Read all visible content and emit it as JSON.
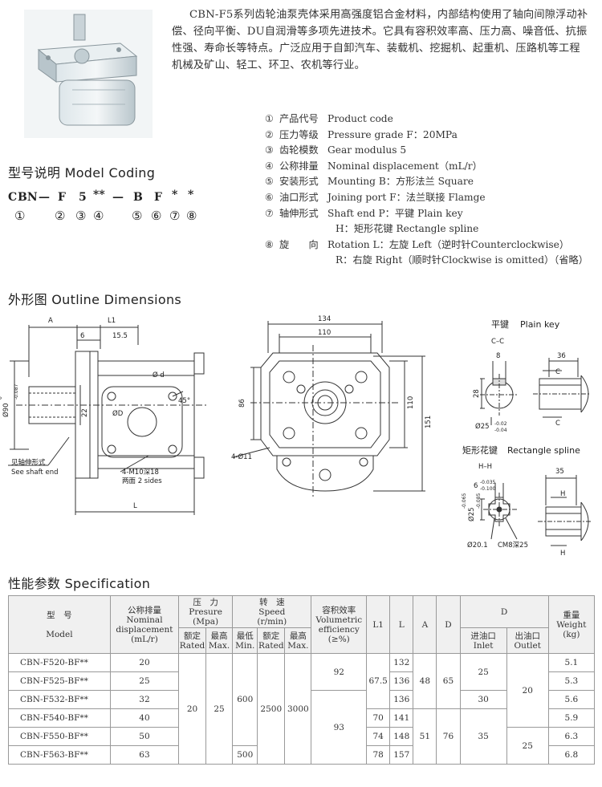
{
  "intro_text": "CBN-F5系列齿轮油泵壳体采用高强度铝合金材料，内部结构使用了轴向间隙浮动补偿、径向平衡、DU自润滑等多项先进技术。它具有容积效率高、压力高、噪音低、抗振性强、寿命长等特点。广泛应用于自卸汽车、装载机、挖掘机、起重机、压路机等工程机械及矿山、轻工、环卫、农机等行业。",
  "model_coding": {
    "title": "型号说明 Model Coding",
    "code_parts": [
      "C",
      "BN",
      "—",
      "F",
      "5",
      "**",
      "—",
      "B",
      "F",
      "*",
      "*"
    ],
    "numbers": [
      "①",
      "②",
      "③",
      "④",
      "⑤",
      "⑥",
      "⑦",
      "⑧"
    ]
  },
  "legend": [
    {
      "num": "①",
      "cn": "产品代号",
      "desc": "Product code"
    },
    {
      "num": "②",
      "cn": "压力等级",
      "desc": "Pressure grade F：20MPa"
    },
    {
      "num": "③",
      "cn": "齿轮模数",
      "desc": "Gear modulus 5"
    },
    {
      "num": "④",
      "cn": "公称排量",
      "desc": "Nominal displacement（mL/r）"
    },
    {
      "num": "⑤",
      "cn": "安装形式",
      "desc": "Mounting B：方形法兰 Square"
    },
    {
      "num": "⑥",
      "cn": "油口形式",
      "desc": "Joining port F：法兰联接 Flamge"
    },
    {
      "num": "⑦",
      "cn": "轴伸形式",
      "desc": "Shaft end P：平键 Plain key"
    },
    {
      "num": "",
      "cn": "",
      "desc": "H：矩形花键 Rectangle spline"
    },
    {
      "num": "⑧",
      "cn": "旋　　向",
      "desc": "Rotation L：左旋 Left（逆时针Counterclockwise）"
    },
    {
      "num": "",
      "cn": "",
      "desc": "R：右旋 Right（顺时针Clockwise is omitted）（省略）"
    }
  ],
  "outline": {
    "title": "外形图 Outline Dimensions",
    "side": {
      "A": "A",
      "L1": "L1",
      "d6": "6",
      "d155": "15.5",
      "phi90": "Ø90",
      "tol90_up": "0",
      "tol90_lo": "-0.087",
      "d22": "22",
      "phid": "Ø d",
      "phiD": "ØD",
      "angle45": "45°",
      "bolt": "4-M10深18",
      "bolt2": "两面 2 sides",
      "shaft_cn": "见轴伸形式",
      "shaft_en": "See shaft end",
      "L": "L"
    },
    "front": {
      "d134": "134",
      "d110": "110",
      "d86": "86",
      "d110v": "110",
      "d151": "151",
      "holes": "4-Ø11"
    },
    "plain_key": {
      "title": "平键",
      "title_en": "Plain key",
      "section": "C–C",
      "d8": "8",
      "d28": "28",
      "d36": "36",
      "phi25": "Ø25",
      "tol_up": "-0.02",
      "tol_lo": "-0.04",
      "C": "C"
    },
    "spline": {
      "title": "矩形花键",
      "title_en": "Rectangle spline",
      "section": "H–H",
      "d6": "6",
      "tol6_up": "-0.035",
      "tol6_lo": "-0.100",
      "phi25": "Ø25",
      "tol25_up": "-0.065",
      "tol25_lo": "-0.085",
      "phi201": "Ø20.1",
      "thread": "CM8深25",
      "d35": "35",
      "H": "H"
    }
  },
  "spec": {
    "title": "性能参数 Specification",
    "headers": {
      "model_cn": "型　号",
      "model_en": "Model",
      "disp_cn": "公称排量",
      "disp_en1": "Nominal",
      "disp_en2": "displacement",
      "disp_unit": "(mL/r)",
      "pressure_cn": "压　力",
      "pressure_en": "Presure",
      "pressure_unit": "(Mpa)",
      "rated_cn": "额定",
      "rated_en": "Rated",
      "max_cn": "最高",
      "max_en": "Max.",
      "speed_cn": "转　速",
      "speed_en": "Speed",
      "speed_unit": "(r/min)",
      "min_cn": "最低",
      "min_en": "Min.",
      "srated_cn": "额定",
      "srated_en": "Rated",
      "smax_cn": "最高",
      "smax_en": "Max.",
      "eff_cn": "容积效率",
      "eff_en1": "Volumetric",
      "eff_en2": "efficiency",
      "eff_unit": "(≥%)",
      "L1": "L1",
      "L": "L",
      "A": "A",
      "D": "D",
      "d": "D",
      "inlet_cn": "进油口",
      "inlet_en": "Inlet",
      "outlet_cn": "出油口",
      "outlet_en": "Outlet",
      "weight_cn": "重量",
      "weight_en": "Weight",
      "weight_unit": "(kg)"
    },
    "rows": [
      {
        "model": "CBN-F520-BF**",
        "disp": "20",
        "L": "132",
        "weight": "5.1"
      },
      {
        "model": "CBN-F525-BF**",
        "disp": "25",
        "L": "136",
        "weight": "5.3"
      },
      {
        "model": "CBN-F532-BF**",
        "disp": "32",
        "L": "136",
        "weight": "5.6"
      },
      {
        "model": "CBN-F540-BF**",
        "disp": "40",
        "L": "141",
        "weight": "5.9"
      },
      {
        "model": "CBN-F550-BF**",
        "disp": "50",
        "L": "148",
        "weight": "6.3"
      },
      {
        "model": "CBN-F563-BF**",
        "disp": "63",
        "L": "157",
        "weight": "6.8"
      }
    ],
    "merged": {
      "rated": "20",
      "max": "25",
      "min_a": "600",
      "min_b": "500",
      "srated": "2500",
      "smax": "3000",
      "eff_a": "92",
      "eff_b": "93",
      "L1_a": "67.5",
      "L1_c": "70",
      "L1_d": "74",
      "L1_e": "78",
      "A_a": "48",
      "A_b": "51",
      "D_a": "65",
      "D_b": "76",
      "inlet_a": "25",
      "inlet_b": "30",
      "inlet_c": "35",
      "outlet_a": "20",
      "outlet_b": "25"
    }
  }
}
